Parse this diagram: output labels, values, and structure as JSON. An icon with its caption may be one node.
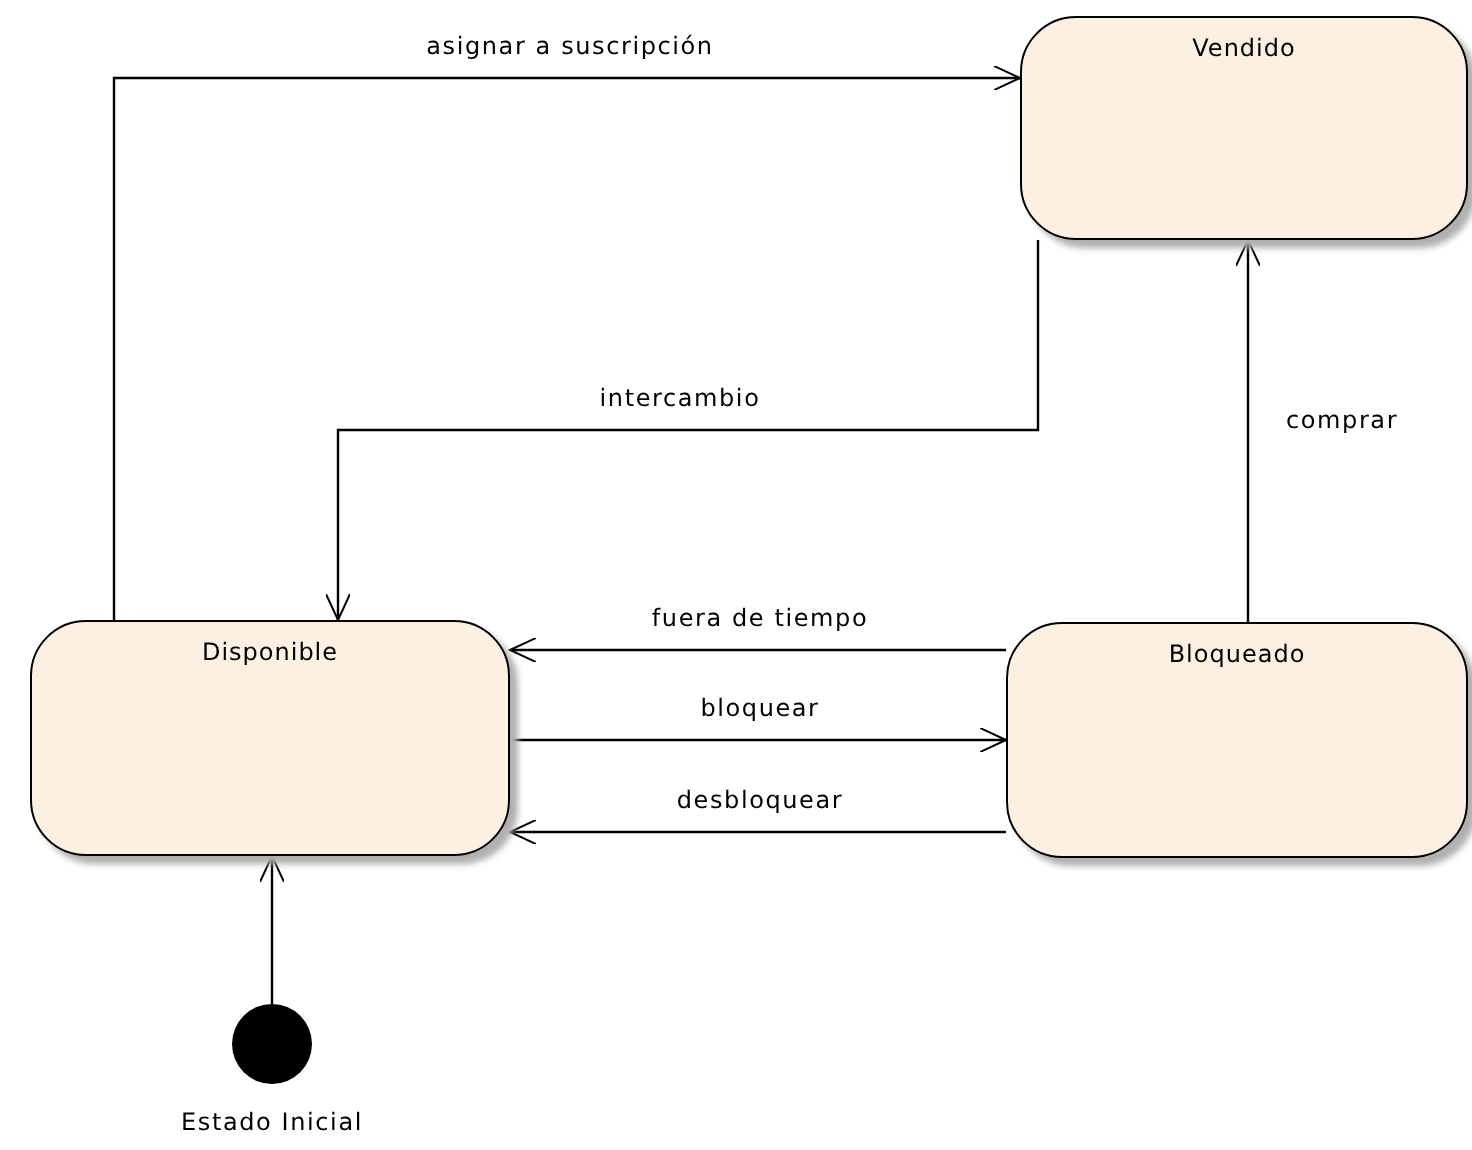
{
  "diagram": {
    "nodes": [
      {
        "text": [
          "Vendido"
        ]
      },
      {
        "text": [
          "Disponible"
        ]
      },
      {
        "text": [
          "Bloqueado"
        ]
      },
      {
        "text": [],
        "shape": "circle",
        "beside": [
          "Estado Inicial"
        ]
      }
    ],
    "edges": [
      {
        "from": 1,
        "to": 0,
        "arrow": "to",
        "label": "asignar a suscripción"
      },
      {
        "from": 0,
        "to": 1,
        "arrow": "to",
        "label": "intercambio"
      },
      {
        "from": 2,
        "to": 0,
        "arrow": "to",
        "label": "comprar"
      },
      {
        "from": 2,
        "to": 1,
        "arrow": "to",
        "label": "fuera de tiempo"
      },
      {
        "from": 1,
        "to": 2,
        "arrow": "to",
        "label": "bloquear"
      },
      {
        "from": 2,
        "to": 1,
        "arrow": "to",
        "label": "desbloquear"
      },
      {
        "from": 3,
        "to": 1,
        "arrow": "to"
      }
    ]
  }
}
